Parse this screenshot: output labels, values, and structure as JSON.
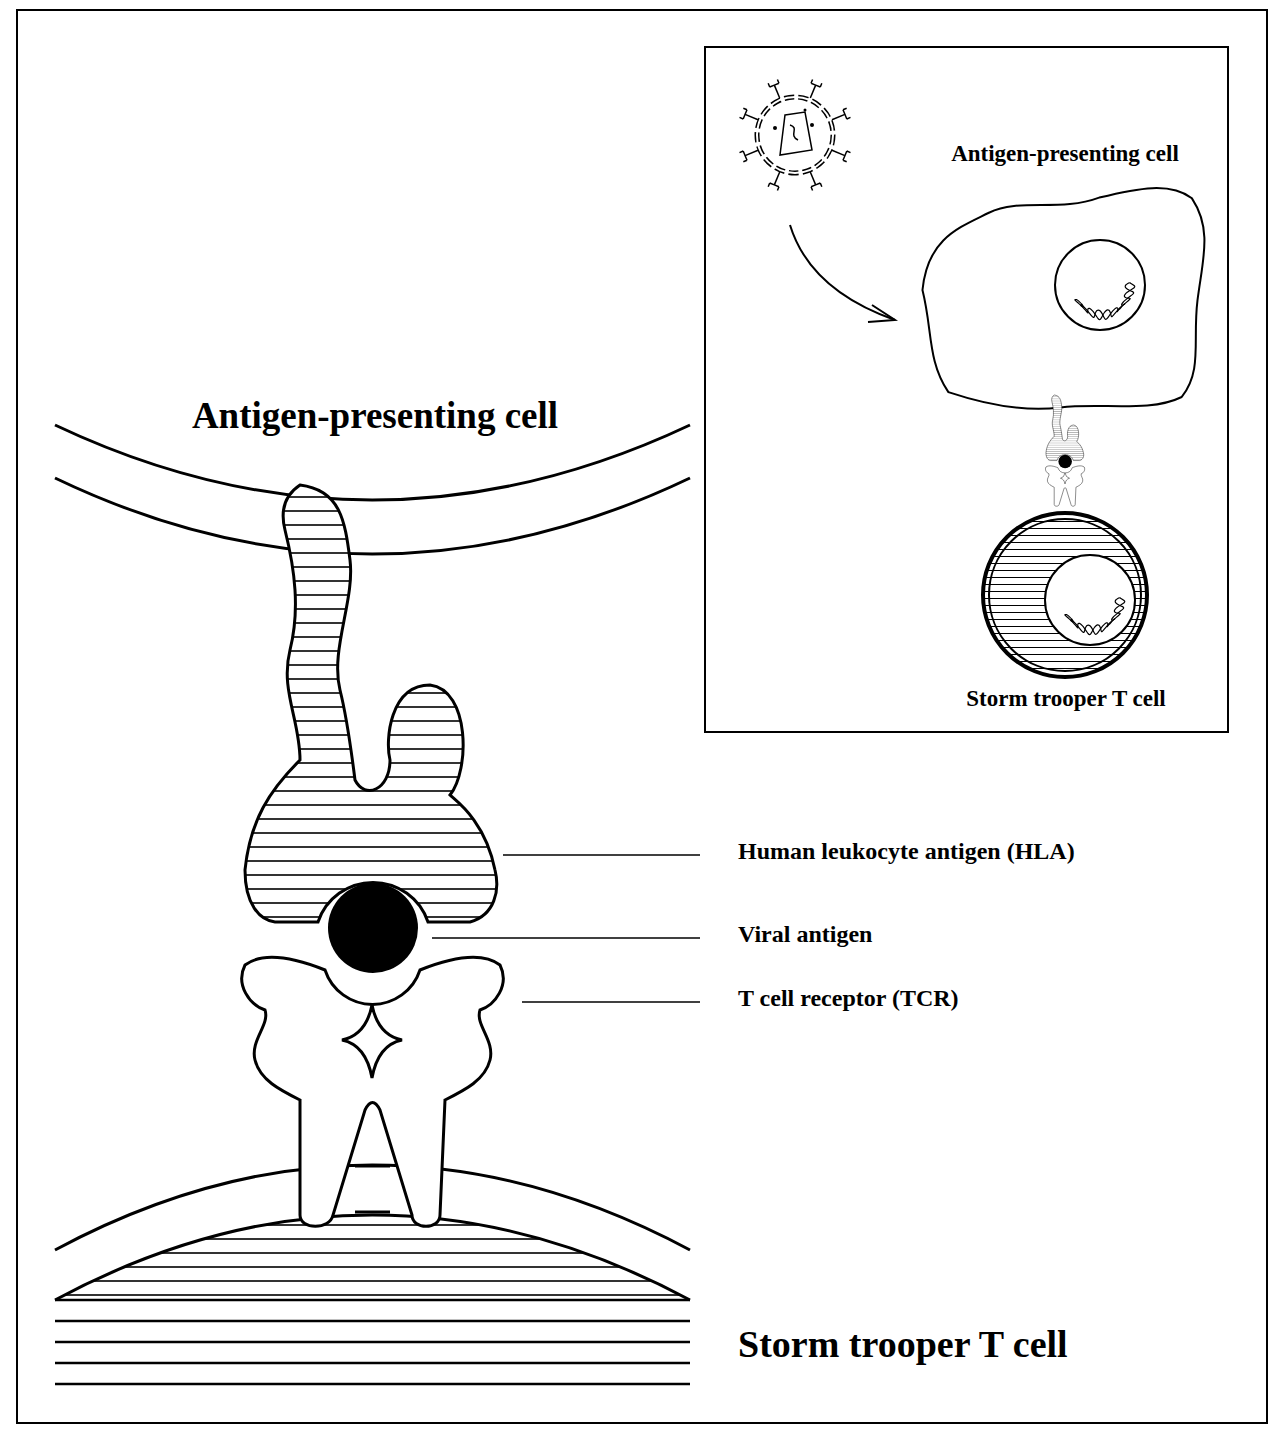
{
  "diagram": {
    "labels": [
      "Antigen-presenting cell",
      "Storm trooper T cell",
      "Antigen-presenting cell",
      "Human leukocyte antigen (HLA)",
      "Viral antigen",
      "T cell receptor (TCR)",
      "Storm trooper T cell"
    ]
  }
}
